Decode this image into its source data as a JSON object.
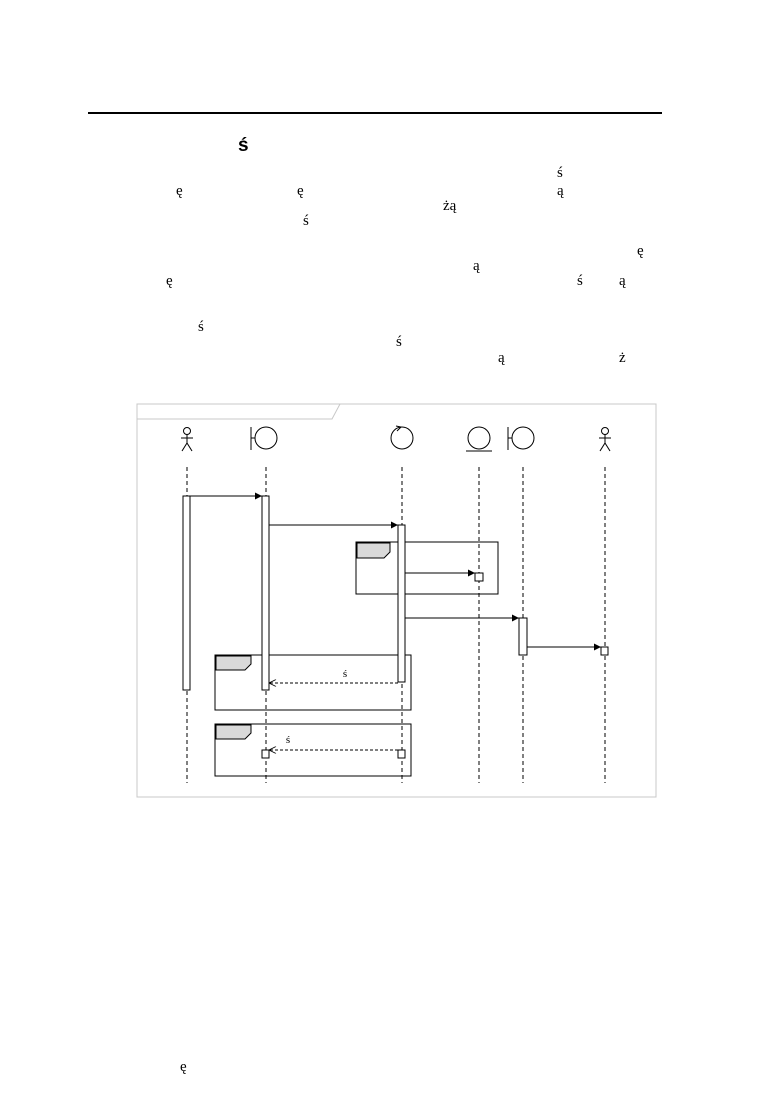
{
  "page": {
    "heading_glyph": "ś",
    "text_glyphs": [
      "ś",
      "ę",
      "ę",
      "ą",
      "żą",
      "ś",
      "ę",
      "ą",
      "ę",
      "ś",
      "ą",
      "ś",
      "ś",
      "ą",
      "ż"
    ],
    "footer_glyph": "ę"
  },
  "diagram": {
    "lifelines": [
      {
        "kind": "actor"
      },
      {
        "kind": "boundary"
      },
      {
        "kind": "control"
      },
      {
        "kind": "entity"
      },
      {
        "kind": "boundary"
      },
      {
        "kind": "actor"
      }
    ],
    "messages": [
      {
        "kind": "sync",
        "label": ""
      },
      {
        "kind": "sync",
        "label": ""
      },
      {
        "kind": "sync",
        "label": ""
      },
      {
        "kind": "sync",
        "label": ""
      },
      {
        "kind": "sync",
        "label": ""
      },
      {
        "kind": "return",
        "label": "ś"
      },
      {
        "kind": "return",
        "label": "ś"
      }
    ],
    "fragments": [
      {
        "label": ""
      },
      {
        "label": ""
      },
      {
        "label": ""
      }
    ]
  }
}
